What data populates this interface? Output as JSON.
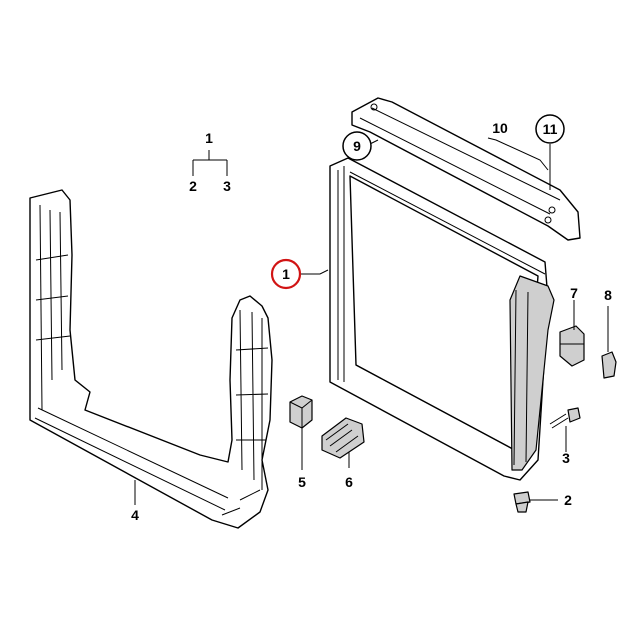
{
  "diagram": {
    "highlight_color": "#d11414",
    "callouts": {
      "radiator": "1",
      "bracket_group_parent": "1",
      "bracket_group_child_a": "2",
      "bracket_group_child_b": "3",
      "bolt": "2",
      "screw": "3",
      "carrier_frame": "4",
      "rubber_mount": "5",
      "support_mount": "6",
      "clip_7": "7",
      "clip_8": "8",
      "part_9": "9",
      "upper_shroud": "10",
      "part_11": "11"
    }
  }
}
